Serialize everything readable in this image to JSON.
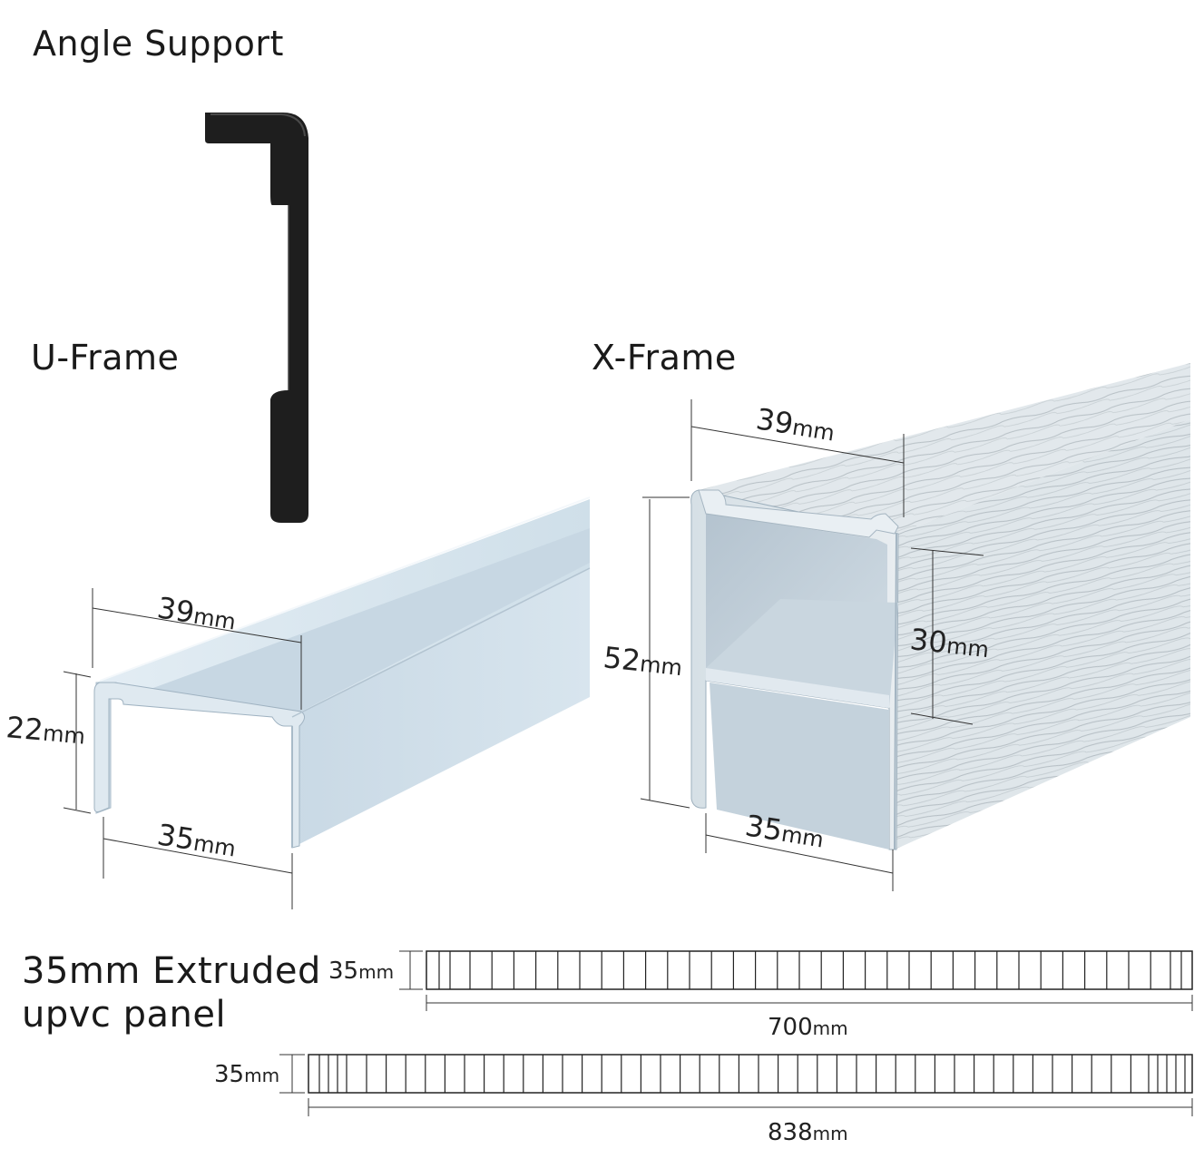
{
  "titles": {
    "angle_support": "Angle Support",
    "u_frame": "U-Frame",
    "x_frame": "X-Frame",
    "panel_line1": "35mm Extruded",
    "panel_line2": "upvc panel"
  },
  "u_frame_dims": {
    "width_top": {
      "value": "39",
      "unit": "mm"
    },
    "height": {
      "value": "22",
      "unit": "mm"
    },
    "width_bottom": {
      "value": "35",
      "unit": "mm"
    }
  },
  "x_frame_dims": {
    "width_top": {
      "value": "39",
      "unit": "mm"
    },
    "height": {
      "value": "52",
      "unit": "mm"
    },
    "inner_height": {
      "value": "30",
      "unit": "mm"
    },
    "width_bottom": {
      "value": "35",
      "unit": "mm"
    }
  },
  "panels": [
    {
      "thickness": {
        "value": "35",
        "unit": "mm"
      },
      "length": {
        "value": "700",
        "unit": "mm"
      }
    },
    {
      "thickness": {
        "value": "35",
        "unit": "mm"
      },
      "length": {
        "value": "838",
        "unit": "mm"
      }
    }
  ],
  "colors": {
    "angle_support": "#1e1e1e",
    "frame_face": "#d9e6ef",
    "frame_shade": "#b9cad8",
    "woodgrain_light": "#e4eaee",
    "dimension_line": "#333333"
  }
}
